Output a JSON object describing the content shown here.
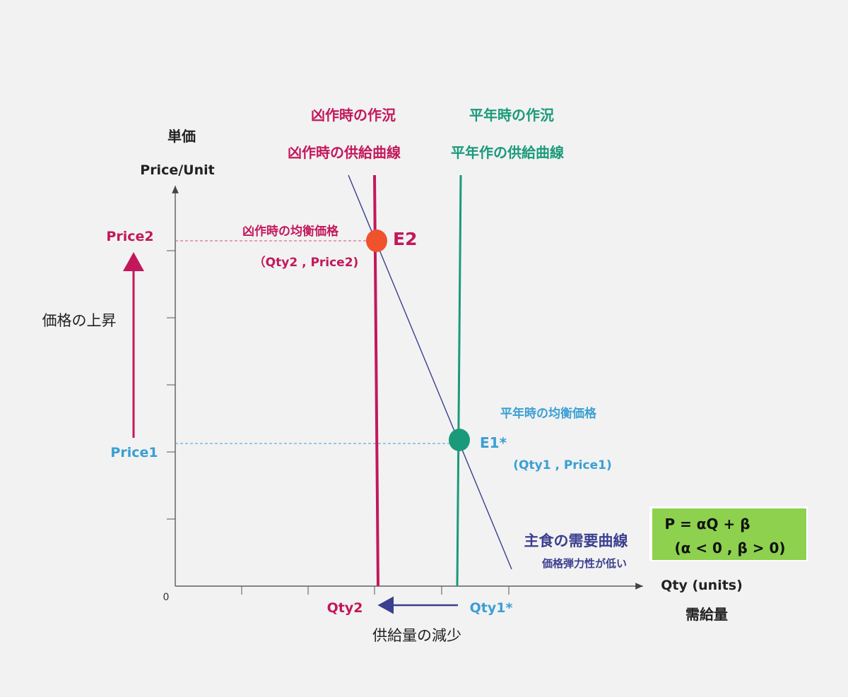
{
  "chart_data": {
    "type": "line",
    "xlabel": "Qty (units)",
    "xlabel_ja": "需給量",
    "ylabel": "Price/Unit",
    "ylabel_ja": "単価",
    "origin_label": "0",
    "grid": false,
    "series": [
      {
        "name": "凶作時の供給曲線",
        "header": "凶作時の作況",
        "color": "#c2185b",
        "x": [
          3.0,
          3.0
        ],
        "y": [
          0.0,
          6.2
        ]
      },
      {
        "name": "平年作の供給曲線",
        "header": "平年時の作況",
        "color": "#1a9a7a",
        "x": [
          4.2,
          4.2
        ],
        "y": [
          0.0,
          6.2
        ]
      },
      {
        "name": "主食の需要曲線",
        "subtitle": "価格弾力性が低い",
        "color": "#3b3f8f",
        "x": [
          2.6,
          5.0
        ],
        "y": [
          6.2,
          0.25
        ]
      }
    ],
    "points": [
      {
        "label": "E2",
        "name": "凶作時の均衡価格",
        "coords": "（Qty2 , Price2)",
        "x": 3.0,
        "y": 5.2,
        "color": "#f0522e",
        "label_color": "#c2185b"
      },
      {
        "label": "E1*",
        "name": "平年時の均衡価格",
        "coords": "(Qty1 , Price1)",
        "x": 4.2,
        "y": 2.2,
        "color": "#1a9a7a",
        "label_color": "#3a9fd3"
      }
    ],
    "tick_labels": {
      "price2": "Price2",
      "price1": "Price1",
      "qty2": "Qty2",
      "qty1": "Qty1*"
    },
    "annotations": {
      "price_rise": "価格の上昇",
      "supply_decrease": "供給量の減少"
    },
    "formula": {
      "line1": "P = αQ + β",
      "line2": "(α < 0 , β > 0)",
      "background": "#8dd14f"
    },
    "xlim": [
      0,
      7
    ],
    "ylim": [
      0,
      6.2
    ]
  }
}
